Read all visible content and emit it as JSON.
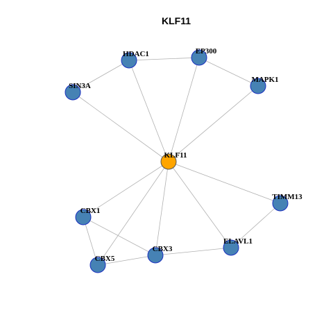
{
  "diagram": {
    "title": "KLF11",
    "colors": {
      "hub_node": "#FFA500",
      "node": "#4682B4",
      "node_border": "#1A2FBF",
      "edge": "#B0B0B0"
    },
    "nodes": [
      {
        "id": "KLF11",
        "label": "KLF11",
        "role": "hub"
      },
      {
        "id": "HDAC1",
        "label": "HDAC1",
        "role": "neighbor"
      },
      {
        "id": "EP300",
        "label": "EP300",
        "role": "neighbor"
      },
      {
        "id": "SIN3A",
        "label": "SIN3A",
        "role": "neighbor"
      },
      {
        "id": "MAPK1",
        "label": "MAPK1",
        "role": "neighbor"
      },
      {
        "id": "TIMM13",
        "label": "TIMM13",
        "role": "neighbor"
      },
      {
        "id": "CBX1",
        "label": "CBX1",
        "role": "neighbor"
      },
      {
        "id": "ELAVL1",
        "label": "ELAVL1",
        "role": "neighbor"
      },
      {
        "id": "CBX3",
        "label": "CBX3",
        "role": "neighbor"
      },
      {
        "id": "CBX5",
        "label": "CBX5",
        "role": "neighbor"
      }
    ],
    "edges": [
      [
        "KLF11",
        "HDAC1"
      ],
      [
        "KLF11",
        "EP300"
      ],
      [
        "KLF11",
        "SIN3A"
      ],
      [
        "KLF11",
        "MAPK1"
      ],
      [
        "KLF11",
        "TIMM13"
      ],
      [
        "KLF11",
        "CBX1"
      ],
      [
        "KLF11",
        "ELAVL1"
      ],
      [
        "KLF11",
        "CBX3"
      ],
      [
        "KLF11",
        "CBX5"
      ],
      [
        "HDAC1",
        "EP300"
      ],
      [
        "HDAC1",
        "SIN3A"
      ],
      [
        "EP300",
        "MAPK1"
      ],
      [
        "TIMM13",
        "ELAVL1"
      ],
      [
        "ELAVL1",
        "CBX3"
      ],
      [
        "CBX1",
        "CBX3"
      ],
      [
        "CBX1",
        "CBX5"
      ],
      [
        "CBX3",
        "CBX5"
      ]
    ]
  }
}
